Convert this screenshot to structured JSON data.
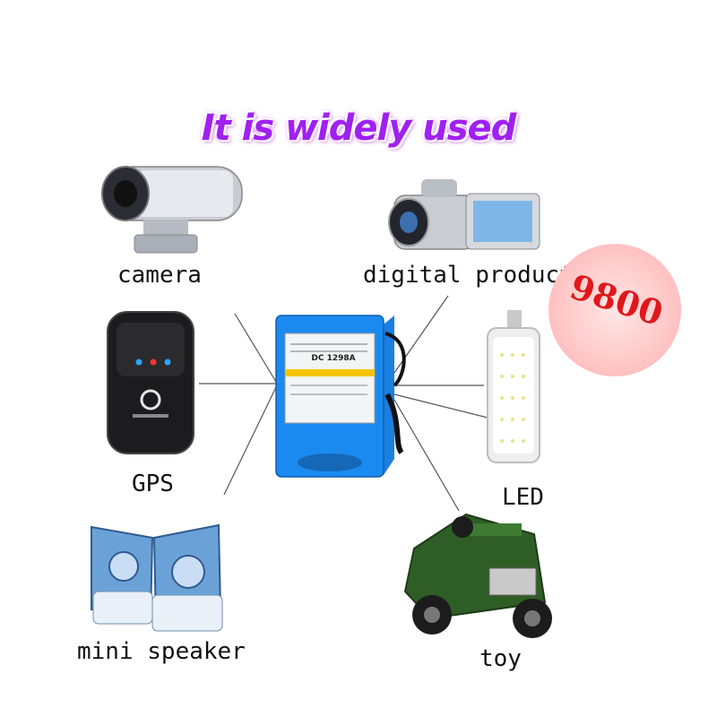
{
  "title": "It is widely used",
  "badge": "9800",
  "labels": {
    "camera": "camera",
    "digital_products": "digital products",
    "gps": "GPS",
    "led": "LED",
    "mini_speaker": "mini speaker",
    "toy": "toy"
  },
  "battery": {
    "model": "DC 1298A",
    "color": "#1a7fe0"
  },
  "colors": {
    "title": "#a020f0",
    "badge_text": "#e0171b",
    "badge_fill": "#ffc9c9"
  }
}
